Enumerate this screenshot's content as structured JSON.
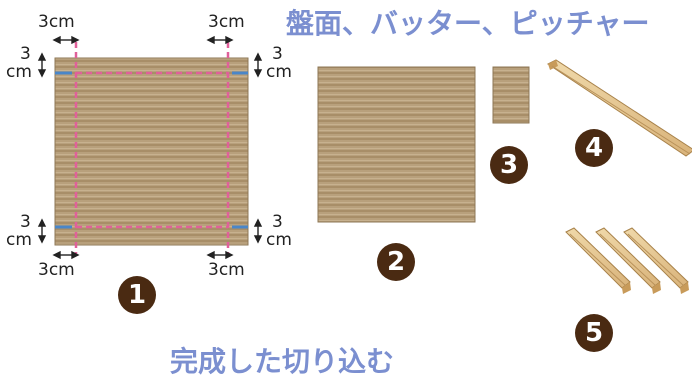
{
  "title": "盤面、バッター、ピッチャー",
  "dimensions": {
    "top_left_w": "3cm",
    "top_right_w": "3cm",
    "bottom_left_w": "3cm",
    "bottom_right_w": "3cm",
    "left_top_h_num": "3",
    "left_top_h_unit": "cm",
    "right_top_h_num": "3",
    "right_top_h_unit": "cm",
    "left_bottom_h_num": "3",
    "left_bottom_h_unit": "cm",
    "right_bottom_h_num": "3",
    "right_bottom_h_unit": "cm"
  },
  "badges": [
    "1",
    "2",
    "3",
    "4",
    "5"
  ],
  "bottom_text": "完成した切り込む",
  "colors": {
    "cardboard": "#b39b78",
    "cut_line": "#e0609a",
    "fold_mark": "#4a86c8",
    "badge": "#4a2a12",
    "title": "#7b8fd0",
    "wood": "#e2c48e"
  }
}
